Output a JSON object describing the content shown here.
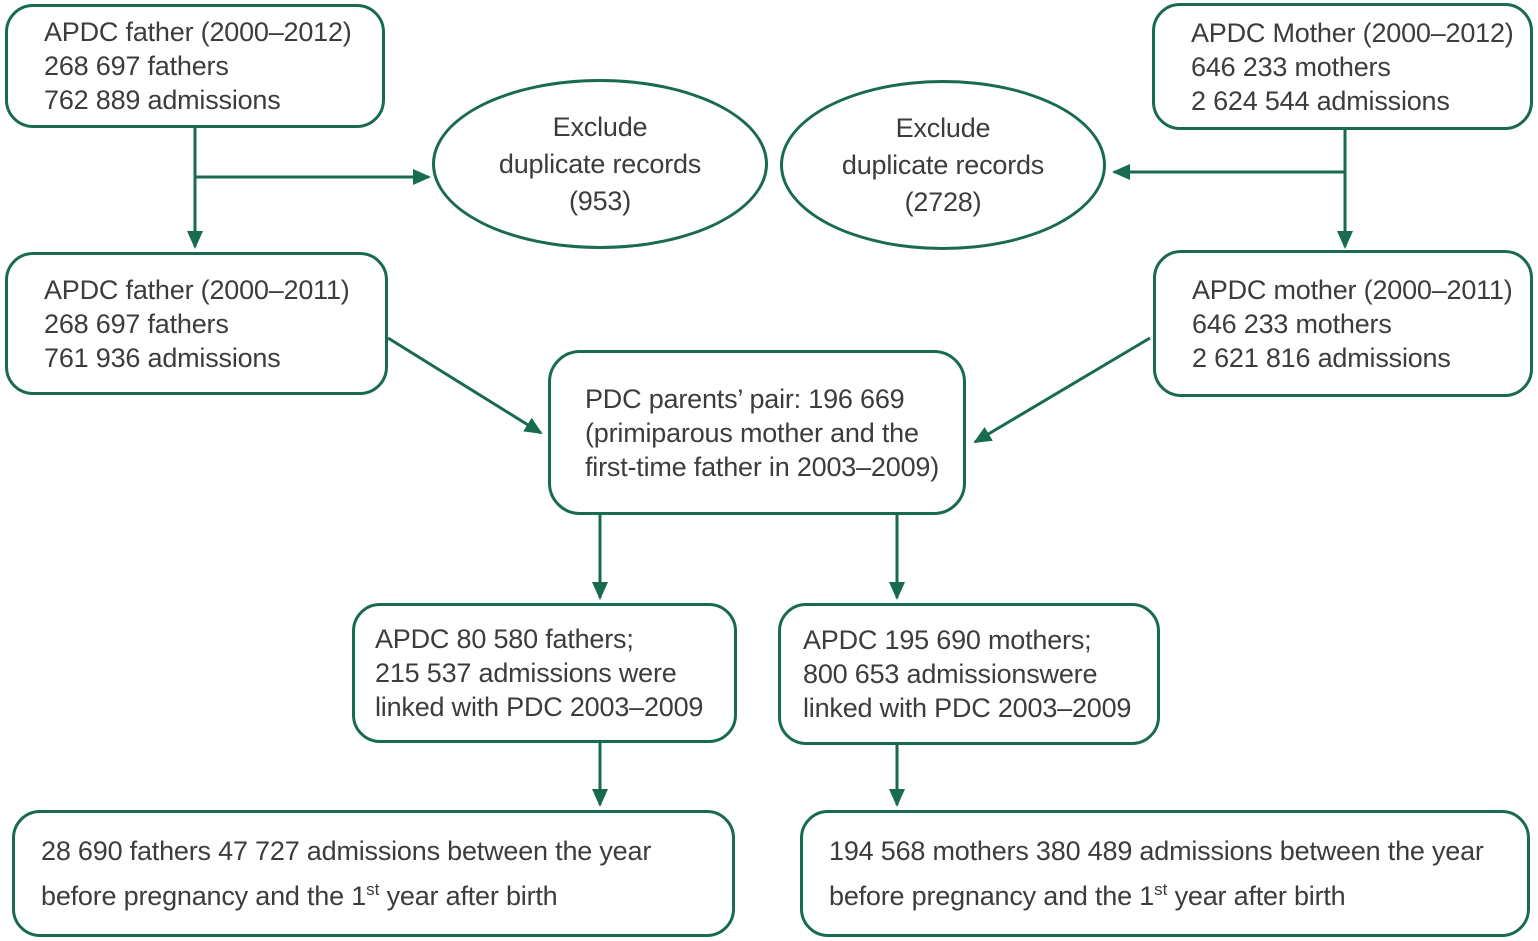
{
  "colors": {
    "line_green": "#186b4e",
    "text": "#3c3c3c",
    "background": "#ffffff"
  },
  "nodes": {
    "father_2012": {
      "lines": [
        "APDC father (2000–2012)",
        "268 697 fathers",
        "762 889 admissions"
      ]
    },
    "mother_2012": {
      "lines": [
        "APDC Mother (2000–2012)",
        "646 233 mothers",
        "2 624 544 admissions"
      ]
    },
    "exclude_father": {
      "lines": [
        "Exclude",
        "duplicate records",
        "(953)"
      ]
    },
    "exclude_mother": {
      "lines": [
        "Exclude",
        "duplicate records",
        "(2728)"
      ]
    },
    "father_2011": {
      "lines": [
        "APDC father (2000–2011)",
        "268 697 fathers",
        "761 936 admissions"
      ]
    },
    "mother_2011": {
      "lines": [
        "APDC mother (2000–2011)",
        "646 233 mothers",
        "2 621 816 admissions"
      ]
    },
    "pdc_pair": {
      "lines": [
        "PDC parents’ pair: 196 669",
        "(primiparous mother and the",
        "first-time father in 2003–2009)"
      ]
    },
    "fathers_linked": {
      "lines": [
        "APDC 80 580 fathers;",
        "215 537 admissions were",
        "linked with PDC 2003–2009"
      ]
    },
    "mothers_linked": {
      "lines": [
        "APDC 195 690 mothers;",
        "800 653 admissionswere",
        "linked with PDC 2003–2009"
      ]
    },
    "fathers_final": {
      "line1": "28 690 fathers 47 727 admissions between the year",
      "line2": {
        "pre": "before pregnancy and the 1",
        "sup": "st",
        "post": " year after birth"
      }
    },
    "mothers_final": {
      "line1": "194 568 mothers 380 489 admissions between the year",
      "line2": {
        "pre": "before pregnancy and the 1",
        "sup": "st",
        "post": " year after birth"
      }
    }
  }
}
